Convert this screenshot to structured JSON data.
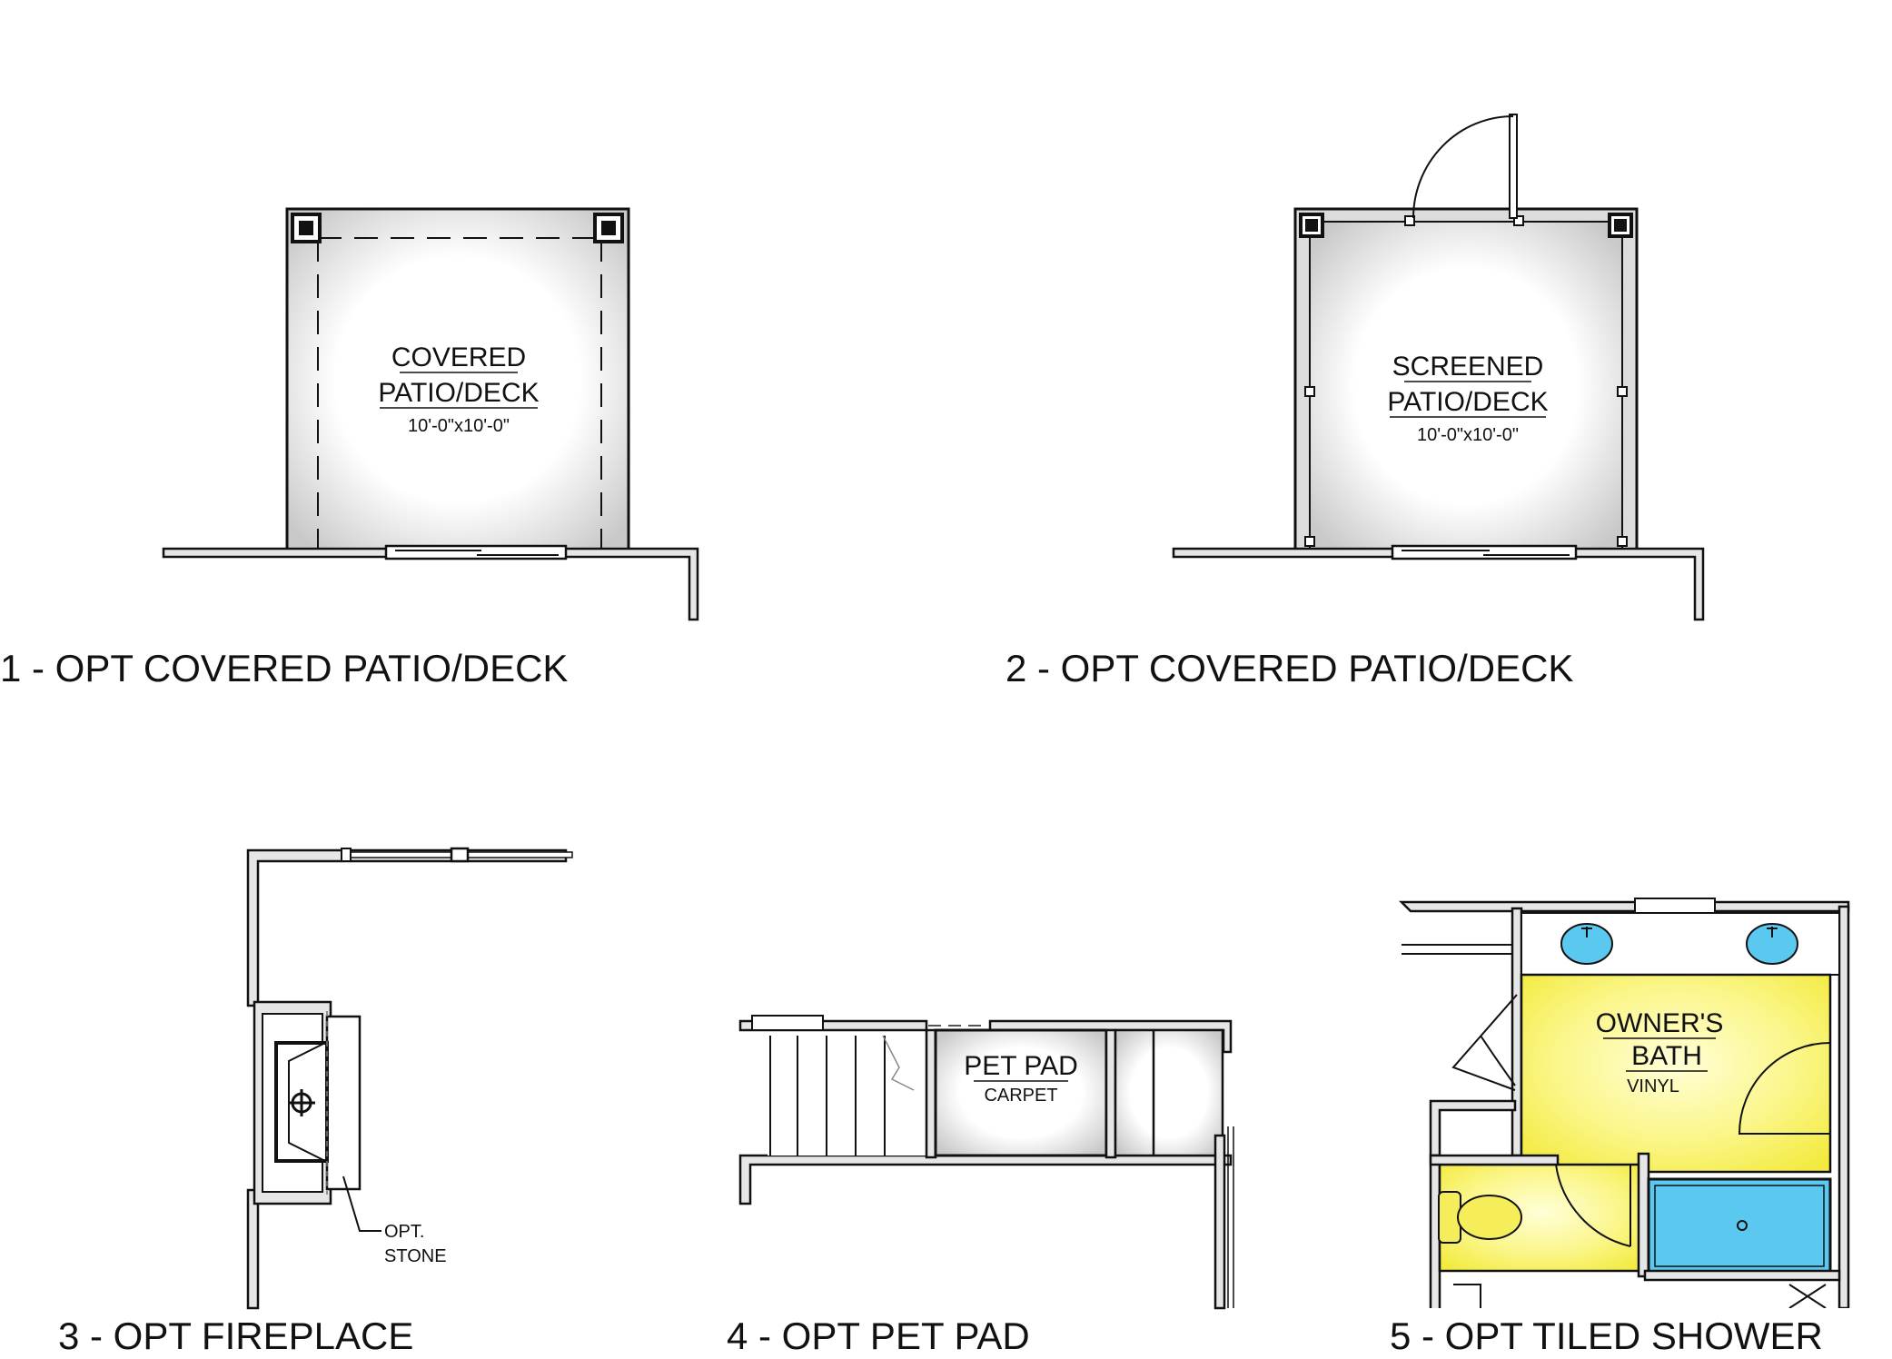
{
  "options": [
    {
      "caption": "1 - OPT COVERED PATIO/DECK",
      "room": [
        "COVERED",
        "PATIO/DECK"
      ],
      "dims": "10'-0\"x10'-0\""
    },
    {
      "caption": "2 - OPT COVERED PATIO/DECK",
      "room": [
        "SCREENED",
        "PATIO/DECK"
      ],
      "dims": "10'-0\"x10'-0\""
    },
    {
      "caption": "3 - OPT FIREPLACE",
      "note": [
        "OPT.",
        "STONE"
      ]
    },
    {
      "caption": "4 - OPT PET PAD",
      "room": [
        "PET PAD"
      ],
      "material": "CARPET"
    },
    {
      "caption": "5 - OPT TILED SHOWER",
      "room": [
        "OWNER'S",
        "BATH"
      ],
      "material": "VINYL"
    }
  ],
  "colors": {
    "wall": "#e6e6e6",
    "line": "#111111",
    "highlight": "#f5ee5a",
    "fixture": "#5bc8ef"
  }
}
